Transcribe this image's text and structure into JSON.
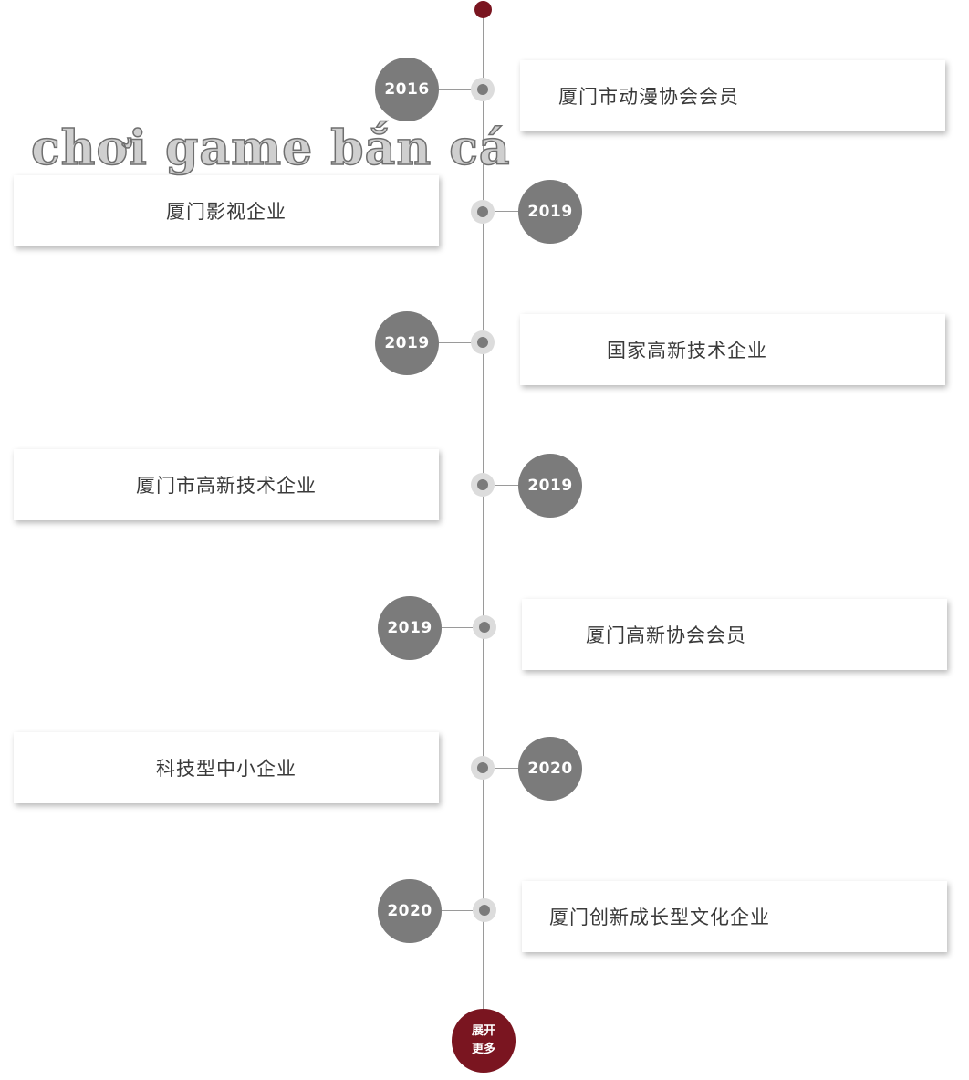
{
  "watermark": "chơi game bắn cá",
  "timeline": {
    "items": [
      {
        "year": "2016",
        "label": "厦门市动漫协会会员"
      },
      {
        "year": "2019",
        "label": "厦门影视企业"
      },
      {
        "year": "2019",
        "label": "国家高新技术企业"
      },
      {
        "year": "2019",
        "label": "厦门市高新技术企业"
      },
      {
        "year": "2019",
        "label": "厦门高新协会会员"
      },
      {
        "year": "2020",
        "label": "科技型中小企业"
      },
      {
        "year": "2020",
        "label": "厦门创新成长型文化企业"
      }
    ],
    "more_button": {
      "line1": "展开",
      "line2": "更多"
    }
  },
  "colors": {
    "accent": "#7a1520",
    "year_circle": "#7b7b7b",
    "node_outer": "#dcdcdc",
    "axis": "#9a9a9a",
    "card_text": "#3a3a3a"
  }
}
